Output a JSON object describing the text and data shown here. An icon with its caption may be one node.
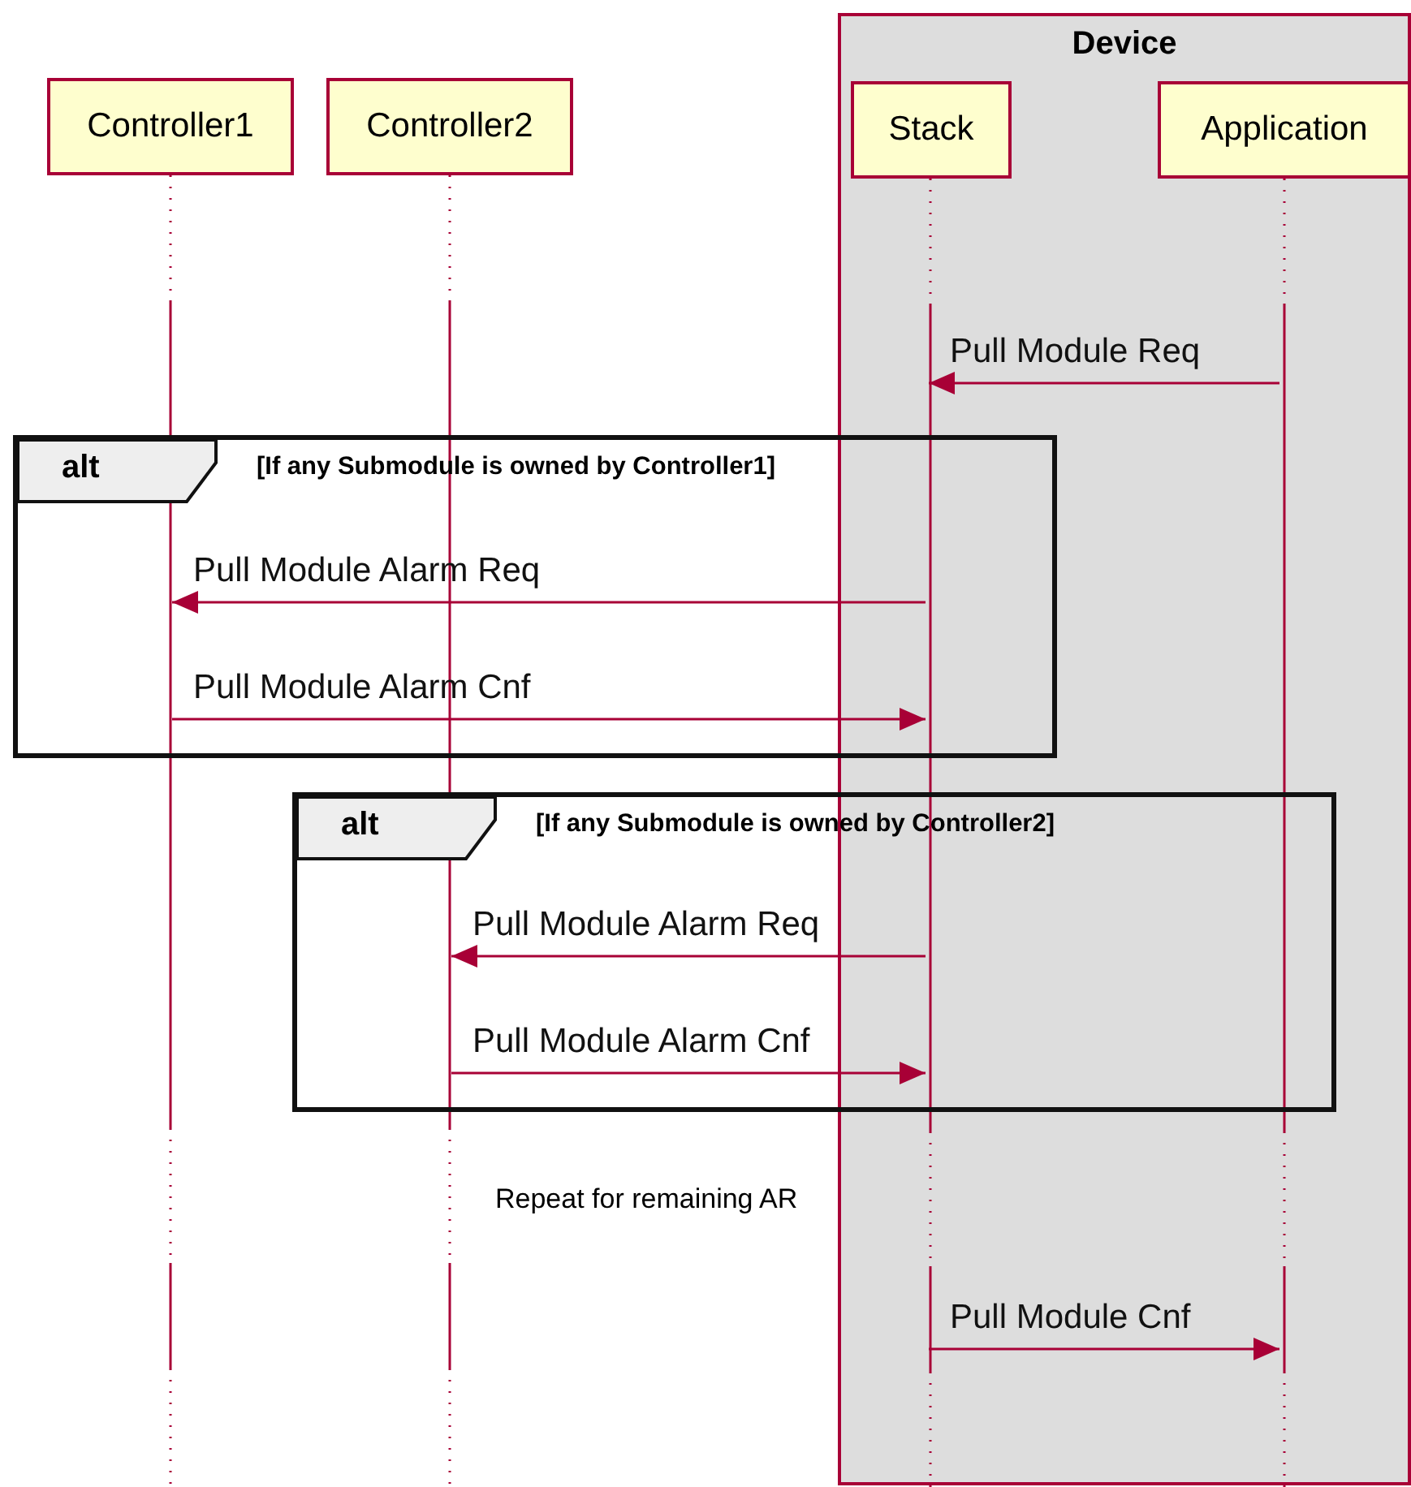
{
  "diagram": {
    "nodes": [
      {
        "text": [
          "Device"
        ]
      },
      {
        "text": [
          "Controller1"
        ]
      },
      {
        "text": [
          "Controller2"
        ]
      },
      {
        "text": [
          "Stack"
        ],
        "in": 0
      },
      {
        "text": [
          "Application"
        ],
        "in": 0
      },
      {
        "text": [],
        "shape": "line"
      },
      {
        "text": [],
        "shape": "line"
      },
      {
        "text": [],
        "shape": "line",
        "in": 0
      },
      {
        "text": [],
        "shape": "line",
        "in": 0
      }
    ],
    "edges": [
      {
        "from": 8,
        "to": 7,
        "arrow": "to",
        "label": "Pull Module Req"
      },
      {
        "from": 7,
        "to": 5,
        "arrow": "to",
        "label": "Pull Module Alarm Req"
      },
      {
        "from": 5,
        "to": 7,
        "arrow": "to",
        "label": "Pull Module Alarm Cnf"
      },
      {
        "from": 7,
        "to": 6,
        "arrow": "to",
        "label": "Pull Module Alarm Req"
      },
      {
        "from": 6,
        "to": 7,
        "arrow": "to",
        "label": "Pull Module Alarm Cnf"
      },
      {
        "from": 7,
        "to": 8,
        "arrow": "to",
        "label": "Pull Module Cnf"
      }
    ],
    "labels": [
      "alt",
      "[If any Submodule is owned by Controller1]",
      "alt",
      "[If any Submodule is owned by Controller2]",
      "Repeat for remaining AR"
    ]
  }
}
